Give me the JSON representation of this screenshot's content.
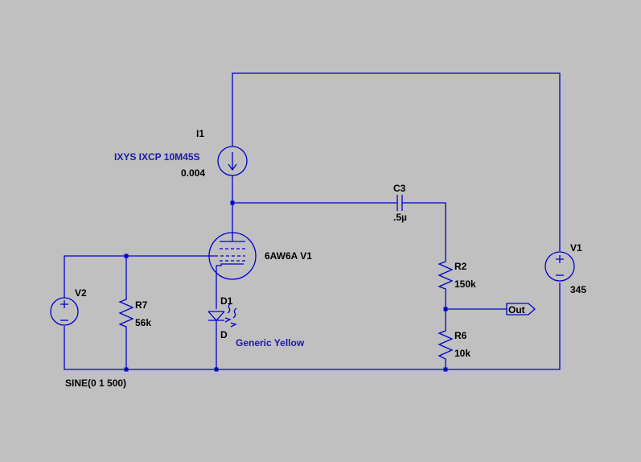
{
  "schematic": {
    "components": {
      "I1": {
        "ref": "I1",
        "model": "IXYS IXCP 10M45S",
        "value": "0.004"
      },
      "tube": {
        "ref": "6AW6A V1"
      },
      "C3": {
        "ref": "C3",
        "value": ".5µ"
      },
      "R2": {
        "ref": "R2",
        "value": "150k"
      },
      "R6": {
        "ref": "R6",
        "value": "10k"
      },
      "R7": {
        "ref": "R7",
        "value": "56k"
      },
      "V1": {
        "ref": "V1",
        "value": "345"
      },
      "V2": {
        "ref": "V2",
        "value": "SINE(0 1 500)"
      },
      "D1": {
        "ref": "D1",
        "model_short": "D",
        "model": "Generic Yellow"
      }
    },
    "net_labels": {
      "out": "Out"
    },
    "colors": {
      "background": "#c0c0c0",
      "wire": "#0000cc",
      "model_text": "#1a1aa6"
    }
  }
}
